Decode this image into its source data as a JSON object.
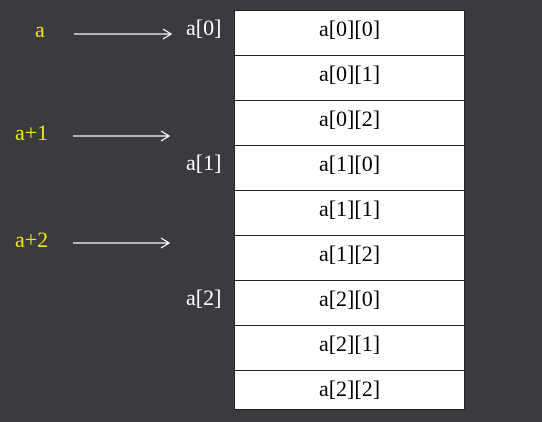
{
  "pointers": [
    "a",
    "a+1",
    "a+2"
  ],
  "row_labels": [
    "a[0]",
    "a[1]",
    "a[2]"
  ],
  "cells": [
    "a[0][0]",
    "a[0][1]",
    "a[0][2]",
    "a[1][0]",
    "a[1][1]",
    "a[1][2]",
    "a[2][0]",
    "a[2][1]",
    "a[2][2]"
  ],
  "colors": {
    "background": "#3a3b3f",
    "pointer_text": "#f2e51a",
    "row_label_text": "#ffffff",
    "cell_fill": "#ffffff",
    "cell_border": "#222222",
    "arrow": "#ffffff"
  }
}
